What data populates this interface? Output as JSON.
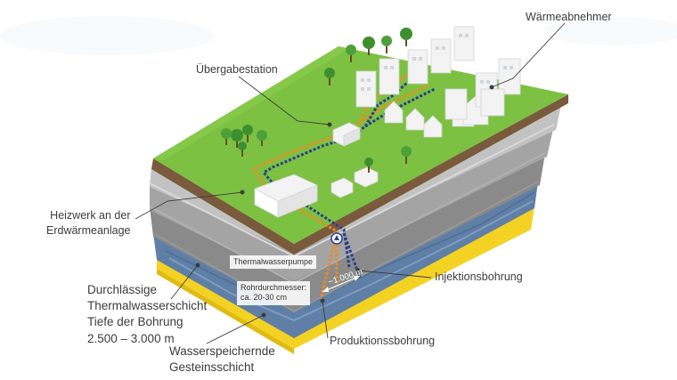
{
  "labels": {
    "waermeabnehmer": "Wärmeabnehmer",
    "uebergabestation": "Übergabestation",
    "heizwerk_line1": "Heizwerk an der",
    "heizwerk_line2": "Erdwärmeanlage",
    "durchlaessige_line1": "Durchlässige",
    "durchlaessige_line2": "Thermalwasserschicht",
    "tiefe_line1": "Tiefe der Bohrung",
    "tiefe_line2": "2.500 – 3.000 m",
    "wasser_line1": "Wasserspeichernde",
    "wasser_line2": "Gesteinsschicht",
    "injektion": "Injektionsbohrung",
    "produktion": "Produktionssbohrung"
  },
  "tags": {
    "pumpe": "Thermalwasserpumpe",
    "rohr_line1": "Rohrdurchmesser:",
    "rohr_line2": "ca. 20-30 cm",
    "distance": "~1.000 m"
  },
  "colors": {
    "grass_top": "#7cc142",
    "grass_side": "#6aa83a",
    "soil": "#7a5a3c",
    "rock_light": "#bdbdbd",
    "rock_mid": "#9e9e9e",
    "rock_dark": "#838383",
    "water": "#5f7fa6",
    "yellow": "#f4d224",
    "hot_pipe": "#f08a24",
    "cold_pipe": "#2b3f8c",
    "building": "#f3f3f3",
    "tree": "#3e8f2f",
    "leader": "#3c3c3c"
  },
  "icons": [
    "tree-icon",
    "house-icon",
    "pump-icon"
  ]
}
